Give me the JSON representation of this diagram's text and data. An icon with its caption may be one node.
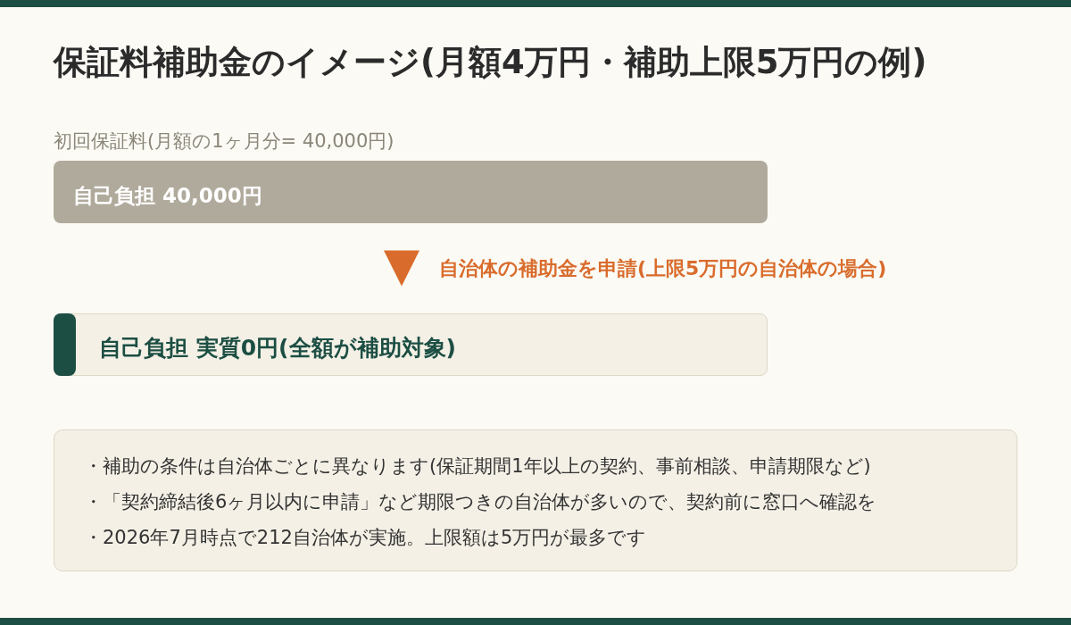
{
  "diagram": {
    "title": "保証料補助金のイメージ(月額4万円・補助上限5万円の例)",
    "nodes": [
      {
        "text": [
          "初回保証料(月額の1ヶ月分= 40,000円)",
          "自己負担 40,000円"
        ]
      },
      {
        "text": [
          "自己負担 実質0円(全額が補助対象)"
        ]
      },
      {
        "text": [
          "・補助の条件は自治体ごとに異なります(保証期間1年以上の契約、事前相談、申請期限など)",
          "・「契約締結後6ヶ月以内に申請」など期限つきの自治体が多いので、契約前に窓口へ確認を",
          "・2026年7月時点で212自治体が実施。上限額は5万円が最多です"
        ]
      }
    ],
    "edges": [
      {
        "from": 0,
        "to": 1,
        "arrow": "to",
        "label": "自治体の補助金を申請(上限5万円の自治体の場合)",
        "color": "#d96c2c"
      }
    ]
  }
}
